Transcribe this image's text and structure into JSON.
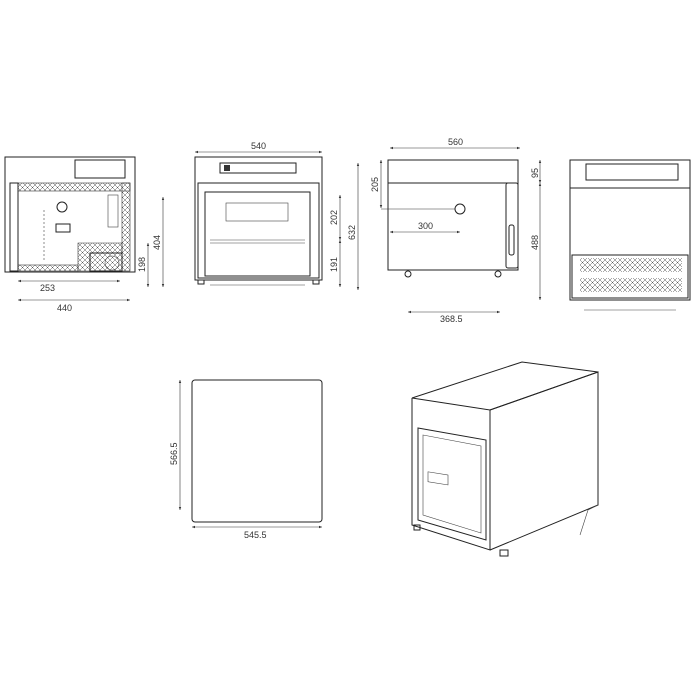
{
  "dimensions": {
    "side_section": {
      "depth_a": "253",
      "depth_total": "440",
      "height_a": "404",
      "height_b": "198"
    },
    "front": {
      "width": "540",
      "height": "632",
      "shelf_upper": "202",
      "shelf_lower": "191"
    },
    "side": {
      "depth": "560",
      "knob_height": "205",
      "top_offset": "95",
      "body_height": "488",
      "knob_depth": "300",
      "foot_spacing": "368.5"
    },
    "top": {
      "depth": "566.5",
      "width": "545.5"
    }
  }
}
